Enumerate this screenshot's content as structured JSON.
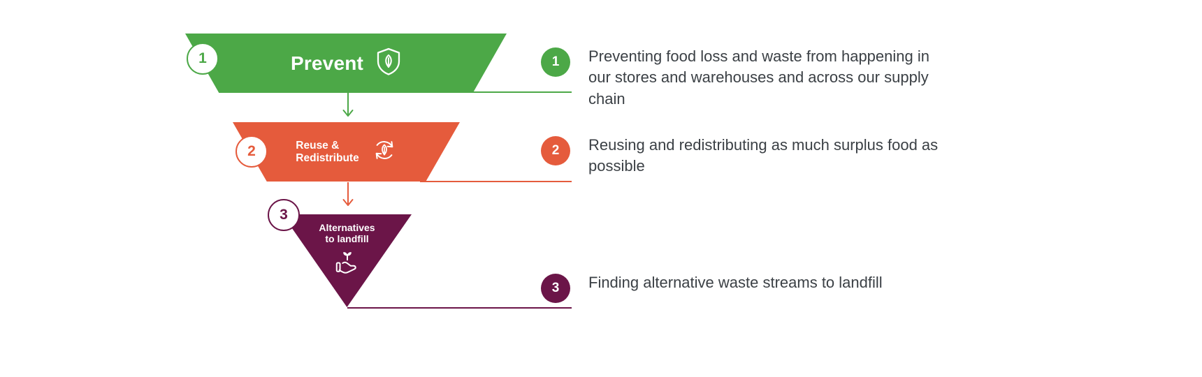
{
  "diagram": {
    "title": "Food waste hierarchy funnel",
    "colors": {
      "tier1": "#4CA847",
      "tier2": "#E55B3C",
      "tier3": "#6B1548",
      "description_text": "#3B4045",
      "background": "#FFFFFF"
    }
  },
  "tiers": [
    {
      "number": "1",
      "label": "Prevent",
      "icon": "shield-leaf-icon",
      "color": "#4CA847"
    },
    {
      "number": "2",
      "label": "Reuse &\nRedistribute",
      "icon": "recycle-leaf-icon",
      "color": "#E55B3C"
    },
    {
      "number": "3",
      "label": "Alternatives\nto landfill",
      "icon": "hand-sprout-icon",
      "color": "#6B1548"
    }
  ],
  "descriptions": [
    {
      "number": "1",
      "text": "Preventing food loss and waste from happening in our stores and warehouses and across our supply chain",
      "color": "#4CA847"
    },
    {
      "number": "2",
      "text": "Reusing and redistributing as much surplus food as possible",
      "color": "#E55B3C"
    },
    {
      "number": "3",
      "text": "Finding alternative waste streams to landfill",
      "color": "#6B1548"
    }
  ],
  "arrows": [
    {
      "name": "arrow-tier1-to-tier2",
      "color": "#4CA847"
    },
    {
      "name": "arrow-tier2-to-tier3",
      "color": "#E55B3C"
    }
  ]
}
